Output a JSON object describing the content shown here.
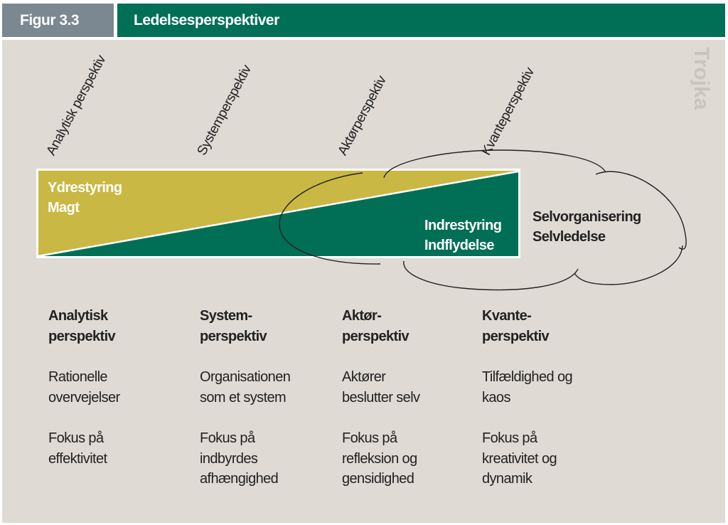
{
  "header": {
    "figure_label": "Figur 3.3",
    "title": "Ledelsesperspektiver"
  },
  "watermark": "Trojka",
  "perspectives_rotated": [
    "Analytisk perspektiv",
    "Systemperspektiv",
    "Aktørperspektiv",
    "Kvanteperspektiv"
  ],
  "diagram": {
    "outer_top": [
      "Ydrestyring",
      "Magt"
    ],
    "inner_bottom": [
      "Indrestyring",
      "Indflydelse"
    ],
    "cloud": [
      "Selvorganisering",
      "Selvledelse"
    ],
    "colors": {
      "yellow": "#c9b843",
      "green": "#006f56"
    }
  },
  "columns": [
    {
      "heading": [
        "Analytisk",
        "perspektiv"
      ],
      "desc": [
        "Rationelle",
        "overvejelser"
      ],
      "focus": [
        "Fokus på",
        "effektivitet"
      ]
    },
    {
      "heading": [
        "System-",
        "perspektiv"
      ],
      "desc": [
        "Organisationen",
        "som et system"
      ],
      "focus": [
        "Fokus på",
        "indbyrdes",
        "afhængighed"
      ]
    },
    {
      "heading": [
        "Aktør-",
        "perspektiv"
      ],
      "desc": [
        "Aktører",
        "beslutter selv"
      ],
      "focus": [
        "Fokus på",
        "refleksion og",
        "gensidighed"
      ]
    },
    {
      "heading": [
        "Kvante-",
        "perspektiv"
      ],
      "desc": [
        "Tilfældighed og",
        "kaos"
      ],
      "focus": [
        "Fokus på",
        "kreativitet og",
        "dynamik"
      ]
    }
  ]
}
